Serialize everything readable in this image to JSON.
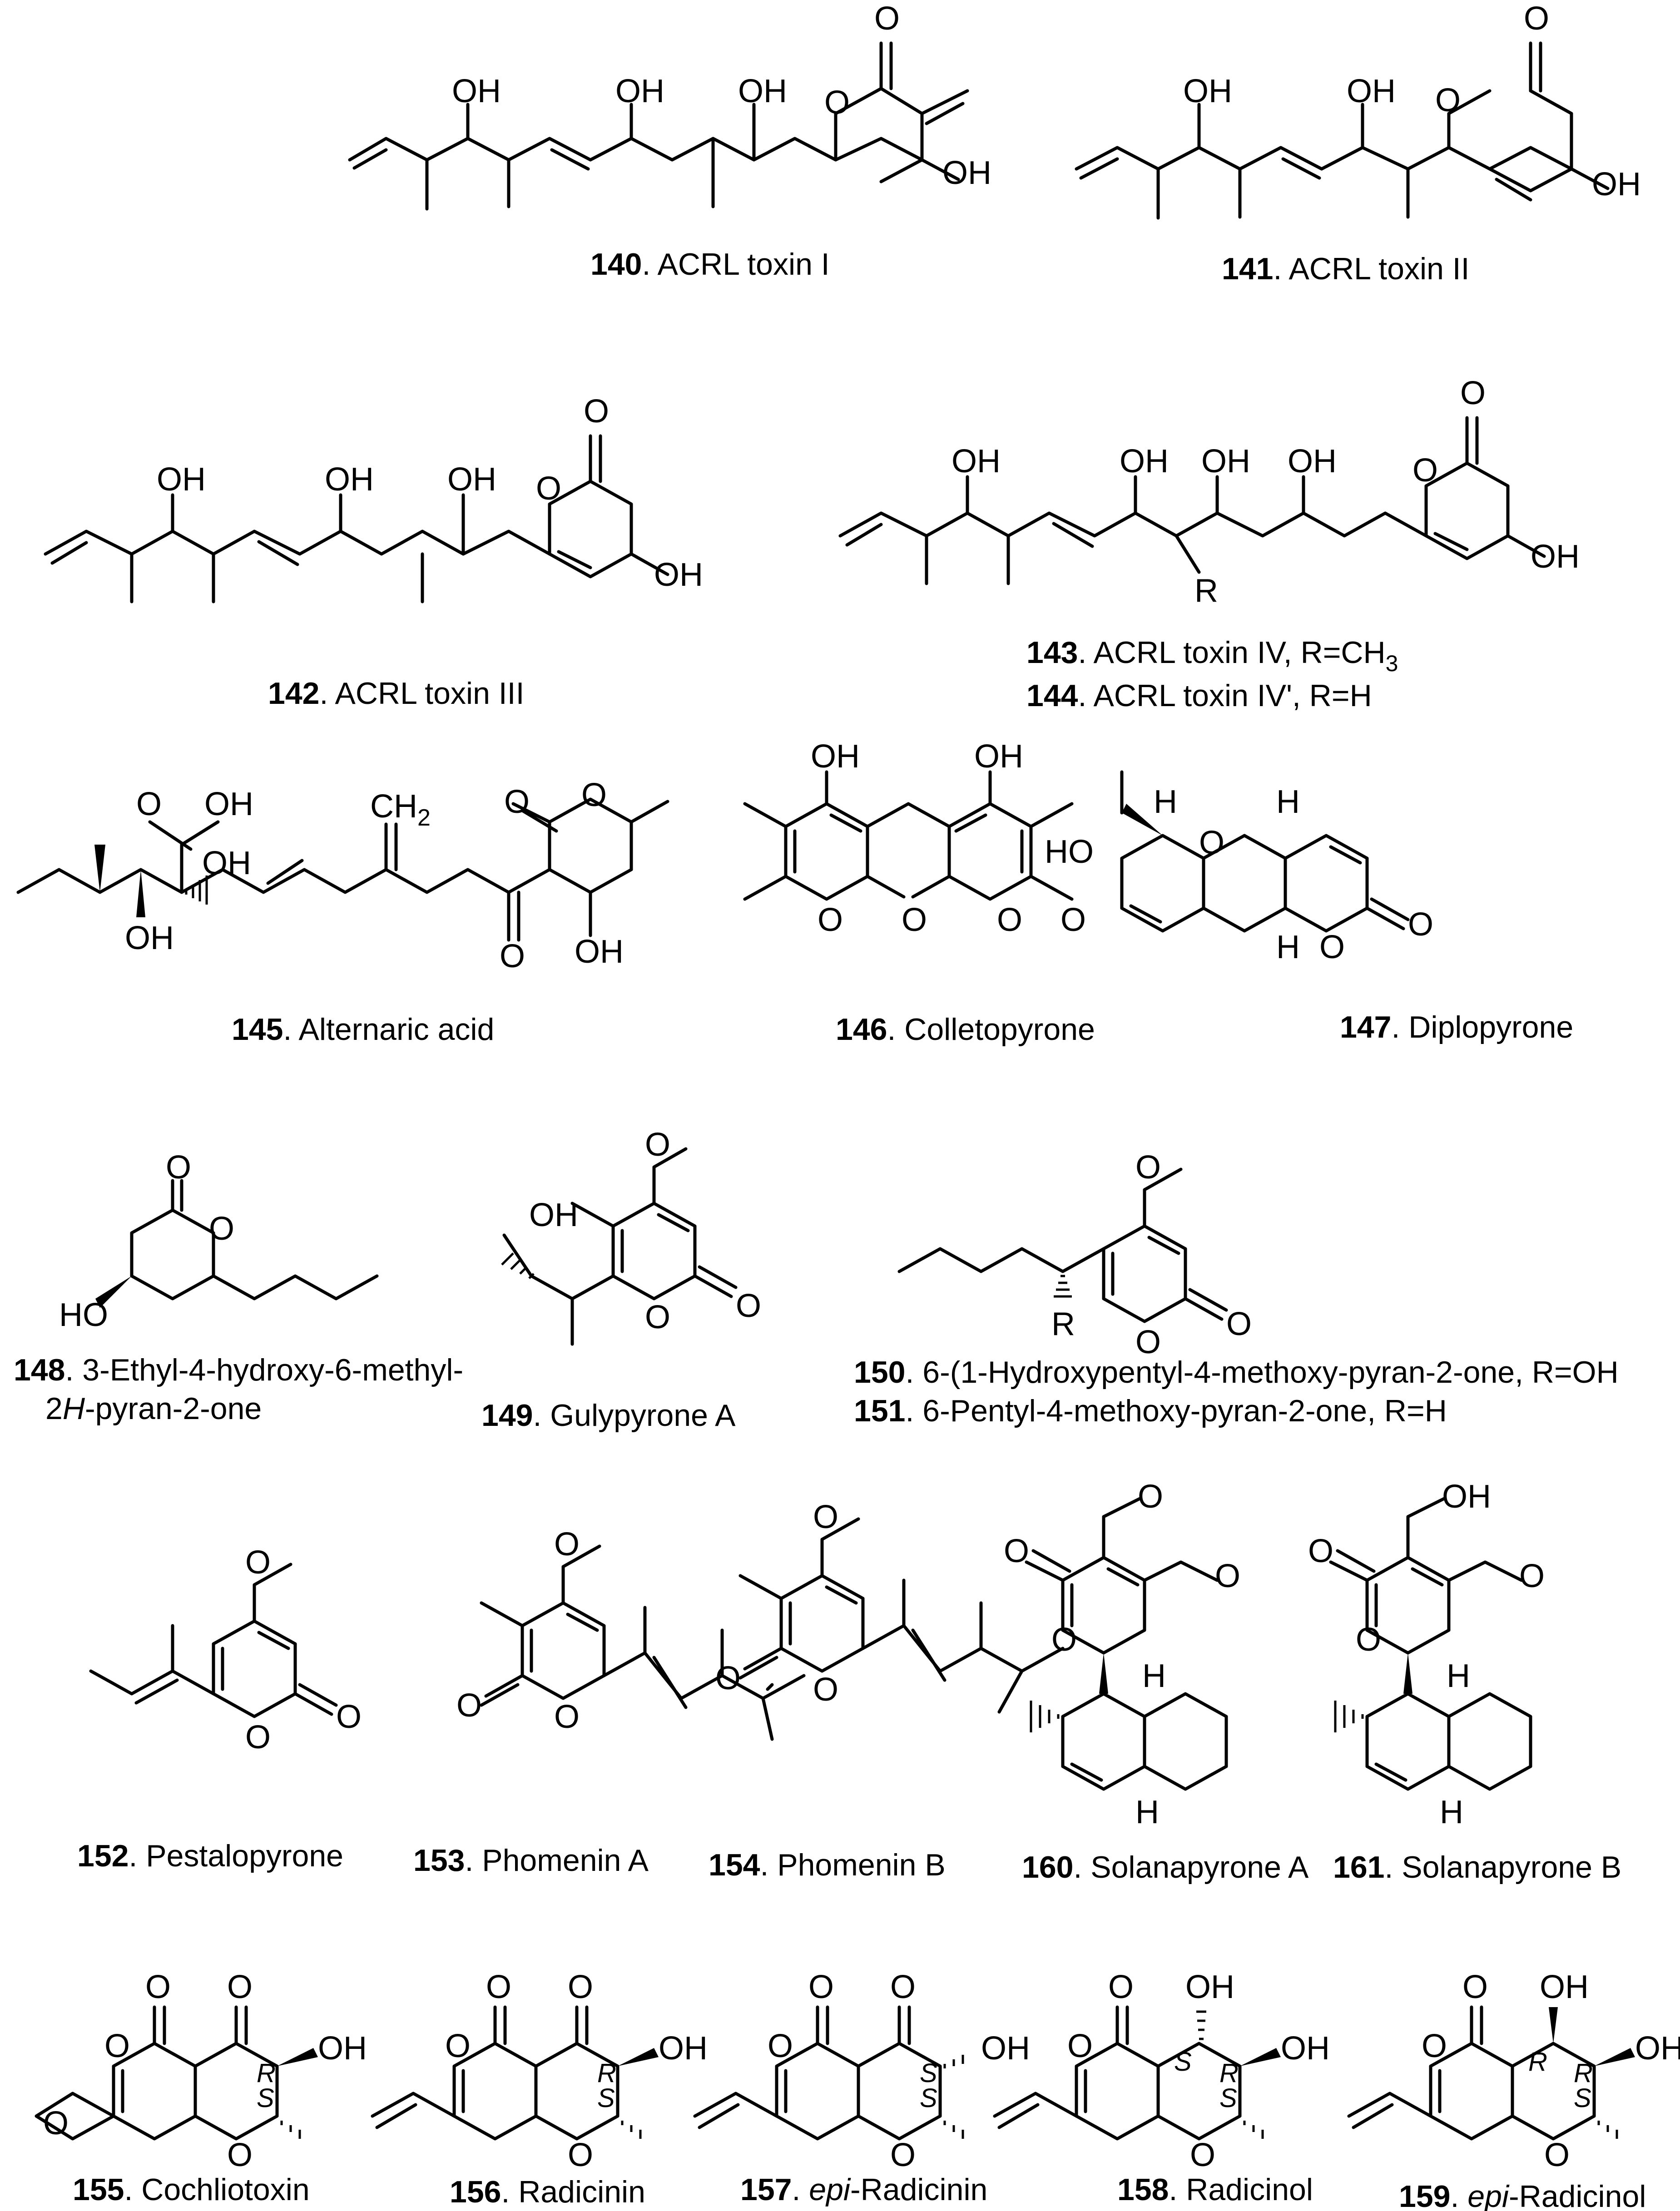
{
  "labels": {
    "oh": "OH",
    "ho": "HO",
    "o": "O",
    "h": "H",
    "r": "R",
    "cooh": "OH",
    "ch2": "CH",
    "ch2_sub": "2",
    "s": "S",
    "rr": "R"
  },
  "compounds": [
    {
      "num": "140",
      "name": ". ACRL toxin I"
    },
    {
      "num": "141",
      "name": ". ACRL toxin II"
    },
    {
      "num": "142",
      "name": ". ACRL toxin III"
    },
    {
      "num": "143",
      "name": ". ACRL toxin IV, R=CH",
      "sub": "3"
    },
    {
      "num": "144",
      "name": ". ACRL toxin IV', R=H"
    },
    {
      "num": "145",
      "name": ". Alternaric acid"
    },
    {
      "num": "146",
      "name": ". Colletopyrone"
    },
    {
      "num": "147",
      "name": ". Diplopyrone"
    },
    {
      "num": "148",
      "name": ". 3-Ethyl-4-hydroxy-6-methyl-",
      "line2_pre": "2",
      "line2_it": "H",
      "line2_post": "-pyran-2-one"
    },
    {
      "num": "149",
      "name": ". Gulypyrone A"
    },
    {
      "num": "150",
      "name": ". 6-(1-Hydroxypentyl-4-methoxy-pyran-2-one,  R=OH"
    },
    {
      "num": "151",
      "name": ". 6-Pentyl-4-methoxy-pyran-2-one,  R=H"
    },
    {
      "num": "152",
      "name": ". Pestalopyrone"
    },
    {
      "num": "153",
      "name": ". Phomenin A"
    },
    {
      "num": "154",
      "name": ". Phomenin B"
    },
    {
      "num": "160",
      "name": ". Solanapyrone A"
    },
    {
      "num": "161",
      "name": ". Solanapyrone B"
    },
    {
      "num": "155",
      "name": ". Cochliotoxin"
    },
    {
      "num": "156",
      "name": ". Radicinin"
    },
    {
      "num": "157",
      "name": ". ",
      "name_it": "epi",
      "name_post": "-Radicinin"
    },
    {
      "num": "158",
      "name": ". Radicinol"
    },
    {
      "num": "159",
      "name": ". ",
      "name_it": "epi",
      "name_post": "-Radicinol"
    }
  ]
}
